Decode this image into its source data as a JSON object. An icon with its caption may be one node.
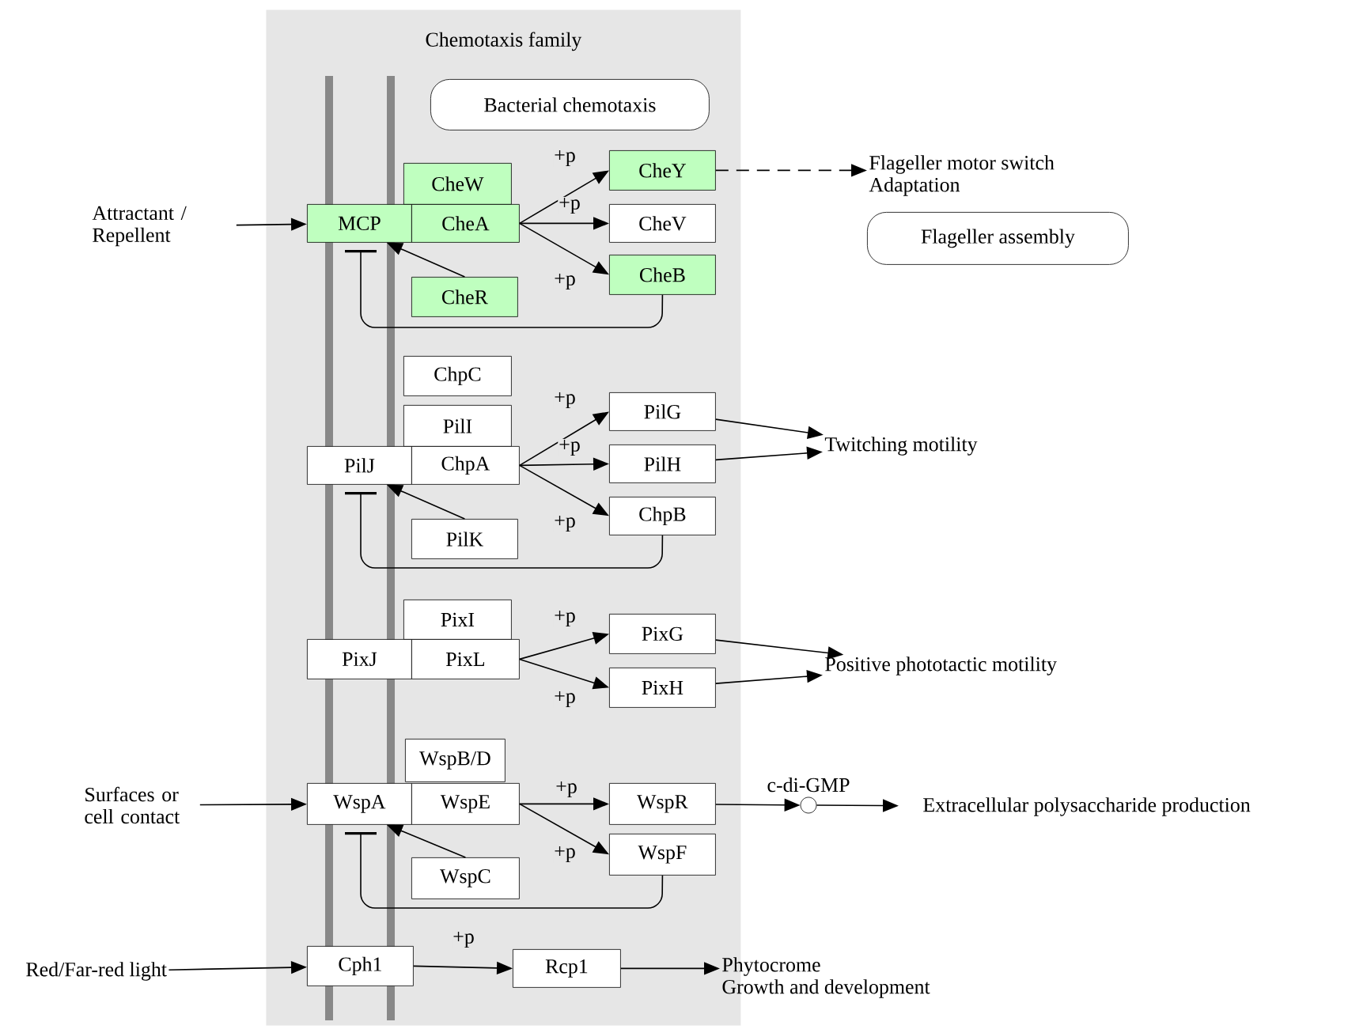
{
  "diagram": {
    "nodes": [
      {
        "text": [
          "Chemotaxis family"
        ]
      },
      {
        "text": [
          "Bacterial chemotaxis"
        ],
        "in": 0
      },
      {
        "text": [
          "Attractant / Repellent"
        ]
      },
      {
        "text": [
          "CheW"
        ],
        "in": 0
      },
      {
        "text": [
          "MCP"
        ],
        "in": 0
      },
      {
        "text": [
          "CheA"
        ],
        "in": 0
      },
      {
        "text": [
          "CheY"
        ],
        "in": 0
      },
      {
        "text": [
          "CheV"
        ],
        "in": 0
      },
      {
        "text": [
          "CheB"
        ],
        "in": 0
      },
      {
        "text": [
          "CheR"
        ],
        "in": 0
      },
      {
        "text": [
          "Flageller motor switch",
          "Adaptation"
        ]
      },
      {
        "text": [
          "Flageller assembly"
        ]
      },
      {
        "text": [
          "ChpC"
        ],
        "in": 0
      },
      {
        "text": [
          "PilI"
        ],
        "in": 0
      },
      {
        "text": [
          "PilJ"
        ],
        "in": 0
      },
      {
        "text": [
          "ChpA"
        ],
        "in": 0
      },
      {
        "text": [
          "PilG"
        ],
        "in": 0
      },
      {
        "text": [
          "PilH"
        ],
        "in": 0
      },
      {
        "text": [
          "ChpB"
        ],
        "in": 0
      },
      {
        "text": [
          "PilK"
        ],
        "in": 0
      },
      {
        "text": [
          "Twitching motility"
        ]
      },
      {
        "text": [
          "PixI"
        ],
        "in": 0
      },
      {
        "text": [
          "PixJ"
        ],
        "in": 0
      },
      {
        "text": [
          "PixL"
        ],
        "in": 0
      },
      {
        "text": [
          "PixG"
        ],
        "in": 0
      },
      {
        "text": [
          "PixH"
        ],
        "in": 0
      },
      {
        "text": [
          "Positive phototactic motility"
        ]
      },
      {
        "text": [
          "Surfaces or cell contact"
        ]
      },
      {
        "text": [
          "WspB/D"
        ],
        "in": 0
      },
      {
        "text": [
          "WspA"
        ],
        "in": 0
      },
      {
        "text": [
          "WspE"
        ],
        "in": 0
      },
      {
        "text": [
          "WspR"
        ],
        "in": 0
      },
      {
        "text": [
          "WspF"
        ],
        "in": 0
      },
      {
        "text": [
          "WspC"
        ],
        "in": 0
      },
      {
        "text": [],
        "shape": "circle",
        "beside": [
          "c-di-GMP"
        ]
      },
      {
        "text": [
          "Extracellular polysaccharide production"
        ]
      },
      {
        "text": [
          "Red/Far-red light"
        ]
      },
      {
        "text": [
          "Cph1"
        ],
        "in": 0
      },
      {
        "text": [
          "Rcp1"
        ],
        "in": 0
      },
      {
        "text": [
          "Phytocrome",
          "Growth and development"
        ]
      }
    ],
    "edges": [
      {
        "from": 2,
        "to": 4,
        "arrow": "to"
      },
      {
        "from": 5,
        "to": 6,
        "arrow": "to",
        "label": "+p"
      },
      {
        "from": 5,
        "to": 7,
        "arrow": "to",
        "label": "+p"
      },
      {
        "from": 5,
        "to": 8,
        "arrow": "to",
        "label": "+p"
      },
      {
        "from": 9,
        "to": 4,
        "arrow": "to"
      },
      {
        "from": 8,
        "to": 4,
        "arrow": "other"
      },
      {
        "from": 6,
        "to": 10,
        "arrow": "to",
        "style": "dashed"
      },
      {
        "from": 15,
        "to": 16,
        "arrow": "to",
        "label": "+p"
      },
      {
        "from": 15,
        "to": 17,
        "arrow": "to",
        "label": "+p"
      },
      {
        "from": 15,
        "to": 18,
        "arrow": "to",
        "label": "+p"
      },
      {
        "from": 19,
        "to": 14,
        "arrow": "to"
      },
      {
        "from": 18,
        "to": 14,
        "arrow": "other"
      },
      {
        "from": 16,
        "to": 20,
        "arrow": "to"
      },
      {
        "from": 17,
        "to": 20,
        "arrow": "to"
      },
      {
        "from": 23,
        "to": 24,
        "arrow": "to",
        "label": "+p"
      },
      {
        "from": 23,
        "to": 25,
        "arrow": "to",
        "label": "+p"
      },
      {
        "from": 24,
        "to": 26,
        "arrow": "to"
      },
      {
        "from": 25,
        "to": 26,
        "arrow": "to"
      },
      {
        "from": 27,
        "to": 29,
        "arrow": "to"
      },
      {
        "from": 30,
        "to": 31,
        "arrow": "to",
        "label": "+p"
      },
      {
        "from": 30,
        "to": 32,
        "arrow": "to",
        "label": "+p"
      },
      {
        "from": 33,
        "to": 29,
        "arrow": "to"
      },
      {
        "from": 32,
        "to": 29,
        "arrow": "other"
      },
      {
        "from": 31,
        "to": 34,
        "arrow": "to"
      },
      {
        "from": 34,
        "to": 35,
        "arrow": "to"
      },
      {
        "from": 36,
        "to": 37,
        "arrow": "to"
      },
      {
        "from": 37,
        "to": 38,
        "arrow": "to",
        "label": "+p"
      },
      {
        "from": 38,
        "to": 39,
        "arrow": "to"
      }
    ]
  }
}
